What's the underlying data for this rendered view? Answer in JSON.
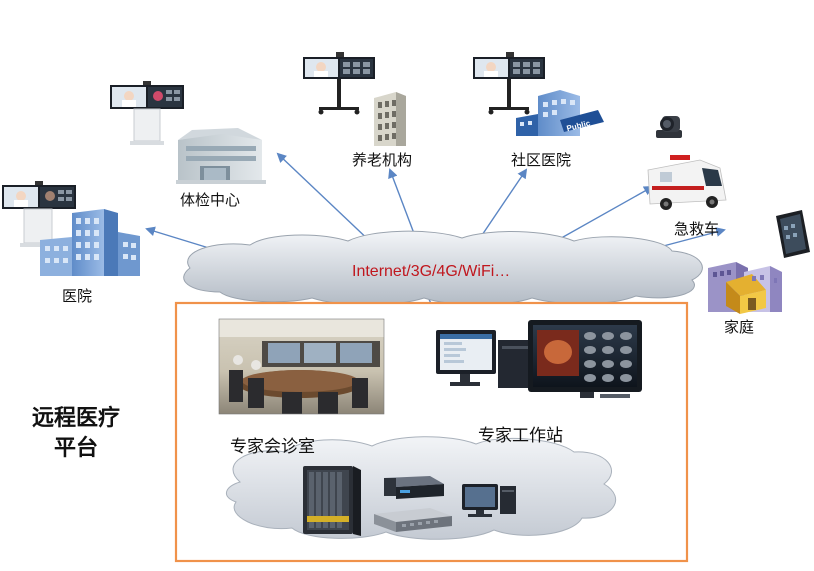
{
  "network_label": "Internet/3G/4G/WiFi…",
  "platform_title": [
    "远程医疗",
    "平台"
  ],
  "endpoints": [
    {
      "id": "hospital",
      "label": "医院"
    },
    {
      "id": "checkup",
      "label": "体检中心"
    },
    {
      "id": "elderly",
      "label": "养老机构"
    },
    {
      "id": "community",
      "label": "社区医院"
    },
    {
      "id": "ambulance",
      "label": "急救车"
    },
    {
      "id": "home",
      "label": "家庭"
    }
  ],
  "platform": {
    "consult_room_label": "专家会诊室",
    "workstation_label": "专家工作站"
  },
  "building_sign": "Public",
  "colors": {
    "arrow": "#5b86c4",
    "cloud_top": "#eef1f5",
    "cloud_bottom": "#aeb6c1",
    "frame": "#f0924a",
    "network_text": "#c0171e"
  }
}
